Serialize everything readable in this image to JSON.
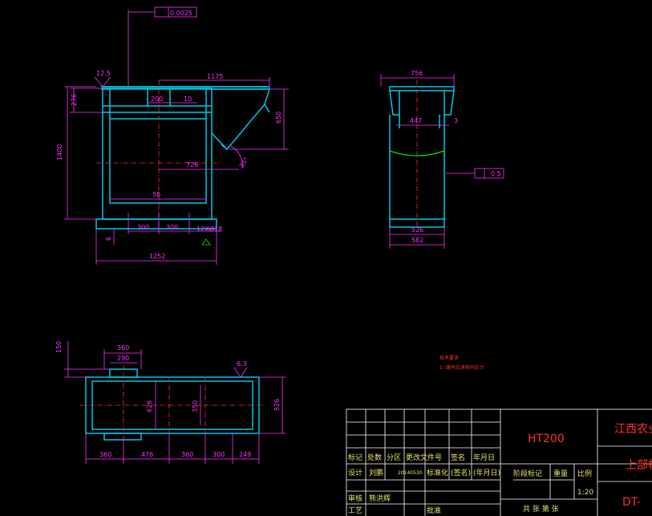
{
  "front_view": {
    "flatness_tol": "0.0025",
    "roughness": "12.5",
    "dim_top": "1175",
    "dim_left_upper": "276",
    "dim_left_total": "1400",
    "dim_right": "650",
    "dim_200": "200",
    "dim_10": "10",
    "dim_726": "726",
    "dim_56": "56",
    "dim_angle": "35°",
    "dim_300a": "300",
    "dim_300b": "300",
    "holes": "12XØ18",
    "dim_6": "6",
    "dim_bottom": "1252"
  },
  "side_view": {
    "dim_top": "756",
    "dim_447": "447",
    "dim_3": "3",
    "perp_tol": "0.5",
    "dim_526": "526",
    "dim_582": "582"
  },
  "plan_view": {
    "dim_150": "150",
    "dim_360top": "360",
    "dim_290": "290",
    "roughness": "6.3",
    "dim_626": "626",
    "dim_350": "350",
    "dim_526": "526",
    "bottom_dims": [
      "360",
      "476",
      "360",
      "300",
      "249"
    ]
  },
  "notes": {
    "title": "技术要求",
    "line1": "1. 铸件应消除内应力"
  },
  "title_block": {
    "material": "HT200",
    "company": "江西农业",
    "part_name": "上部机",
    "drawing_no": "DT-",
    "scale": "1:20",
    "row1": [
      "标记",
      "处数",
      "分区",
      "更改文件号",
      "签名",
      "年月日"
    ],
    "row2": [
      "设计",
      "刘鹏",
      "20140530",
      "标准化",
      "(签名)",
      "(年月日)"
    ],
    "row3": [
      "审核",
      "熊洪辉"
    ],
    "row4": [
      "工艺",
      "批准"
    ],
    "stage_mark": "阶段标记",
    "weight": "重量",
    "scale_label": "比例",
    "sheets": "共 张 第 张"
  }
}
